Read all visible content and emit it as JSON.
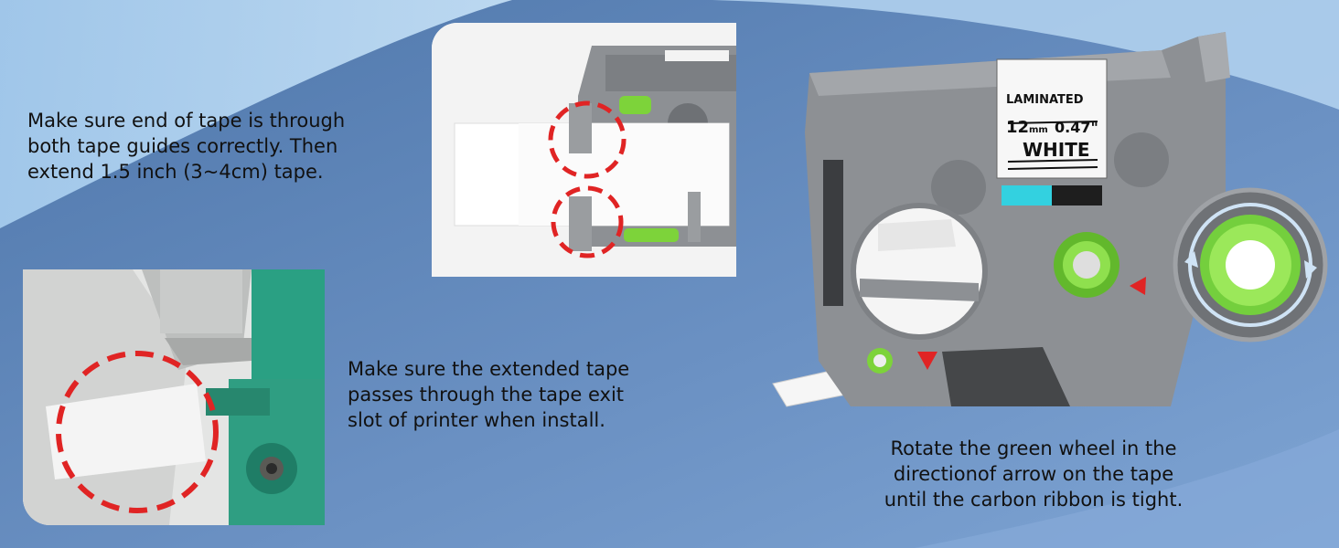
{
  "captions": {
    "tape_guides": [
      "Make sure end of tape is through",
      "both tape guides correctly. Then",
      "extend 1.5 inch (3~4cm) tape."
    ],
    "exit_slot": [
      "Make sure the extended tape",
      "passes through the tape exit",
      "slot of printer when install."
    ],
    "green_wheel": [
      "Rotate the green wheel in the",
      "directionof arrow on the tape",
      "until the carbon ribbon is tight."
    ]
  },
  "cassette_label": {
    "line1": "LAMINATED",
    "size_mm": "12",
    "unit_mm": "mm",
    "size_in": "0.47\"",
    "color": "WHITE"
  },
  "colors": {
    "background": "#5f86b8",
    "accent_red": "#e02424",
    "wheel_green": "#7dd33a",
    "cassette_grey": "#8c8f93"
  }
}
